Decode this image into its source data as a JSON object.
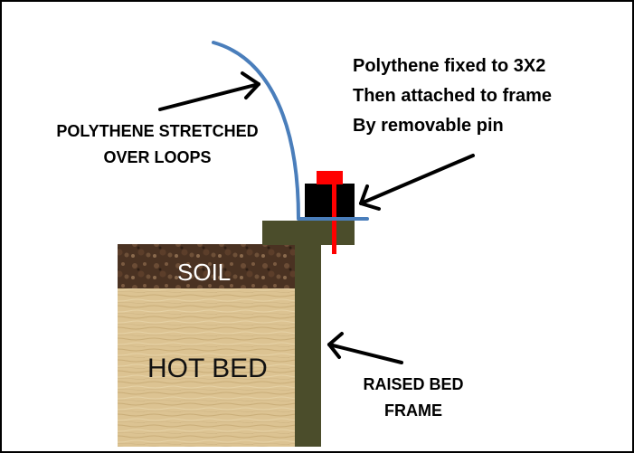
{
  "labels": {
    "polythene_stretched_line1": "POLYTHENE STRETCHED",
    "polythene_stretched_line2": "OVER LOOPS",
    "fixed_line1": "Polythene fixed to 3X2",
    "fixed_line2": "Then attached to frame",
    "fixed_line3": "By removable pin",
    "soil": "SOIL",
    "hot_bed": "HOT BED",
    "raised_bed_line1": "RAISED BED",
    "raised_bed_line2": "FRAME"
  },
  "colors": {
    "background": "#ffffff",
    "border": "#000000",
    "polythene": "#4a7ebb",
    "frame": "#4b4d2b",
    "soil": "#4a3222",
    "hot_bed": "#dcc392",
    "block": "#000000",
    "pin": "#ff0000",
    "arrow": "#000000"
  }
}
